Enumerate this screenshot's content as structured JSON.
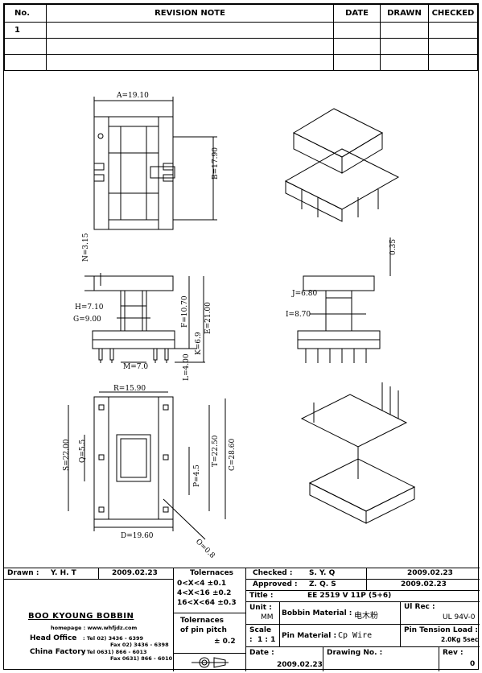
{
  "revision": {
    "headers": [
      "No.",
      "REVISION NOTE",
      "DATE",
      "DRAWN",
      "CHECKED"
    ],
    "rows": [
      {
        "no": "1",
        "note": "",
        "date": "",
        "drawn": "",
        "checked": ""
      },
      {
        "no": "",
        "note": "",
        "date": "",
        "drawn": "",
        "checked": ""
      },
      {
        "no": "",
        "note": "",
        "date": "",
        "drawn": "",
        "checked": ""
      }
    ]
  },
  "dimensions": {
    "a": "A=19.10",
    "b": "B=17.90",
    "n": "N=3.15",
    "h": "H=7.10",
    "g": "G=9.00",
    "f": "F=10.70",
    "e": "E=21.00",
    "k": "K=6.9",
    "l": "L=4.00",
    "m": "M=7.0",
    "j": "J=6.80",
    "i": "I=8.70",
    "d035": "0.35",
    "r": "R=15.90",
    "s": "S=22.00",
    "q": "Q=5.5",
    "p": "P=4.5",
    "t": "T=22.50",
    "c": "C=28.60",
    "d": "D=19.60",
    "o": "O=0.8"
  },
  "title_block": {
    "drawn_label": "Drawn :",
    "drawn_value": "Y. H. T",
    "drawn_date": "2009.02.23",
    "tol_title": "Tolernaces",
    "tol_rows": [
      "0<X<4    ±0.1",
      "4<X<16  ±0.2",
      "16<X<64 ±0.3"
    ],
    "pitch_title": "Tolernaces",
    "pitch_sub": "of pin pitch",
    "pitch_val": "± 0.2",
    "checked_label": "Checked :",
    "checked_value": "S. Y. Q",
    "checked_date": "2009.02.23",
    "approved_label": "Approved :",
    "approved_value": "Z. Q. S",
    "approved_date": "2009.02.23",
    "title_label": "Title :",
    "title_value": "EE 2519 V 11P (5+6)",
    "unit_label": "Unit :",
    "unit_value": "MM",
    "bobbin_label": "Bobbin Material :",
    "bobbin_value": "电木粉",
    "ul_label": "Ul Rec :",
    "ul_value": "UL 94V-0",
    "scale_label": "Scale",
    "scale_colon": ":",
    "scale_value": "1 : 1",
    "pin_label": "Pin Material :",
    "pin_value": "Cp Wire",
    "tension_label": "Pin Tension Load :",
    "tension_value": "2.0Kg 5sec",
    "date_label": "Date :",
    "date_value": "2009.02.23",
    "drawing_label": "Drawing No. :",
    "drawing_value": "",
    "rev_label": "Rev :",
    "rev_value": "0",
    "company": "BOO KYOUNG BOBBIN",
    "homepage": "homepage : www.whfjdz.com",
    "head_label": "Head Office",
    "head_tel": ": Tel   02) 3436 - 6399",
    "head_fax": "Fax  02) 3436 - 6398",
    "china_label": "China Factory",
    "china_tel": ": Tel  0631) 866 - 6013",
    "china_fax": "Fax  0631) 866 - 6010"
  }
}
